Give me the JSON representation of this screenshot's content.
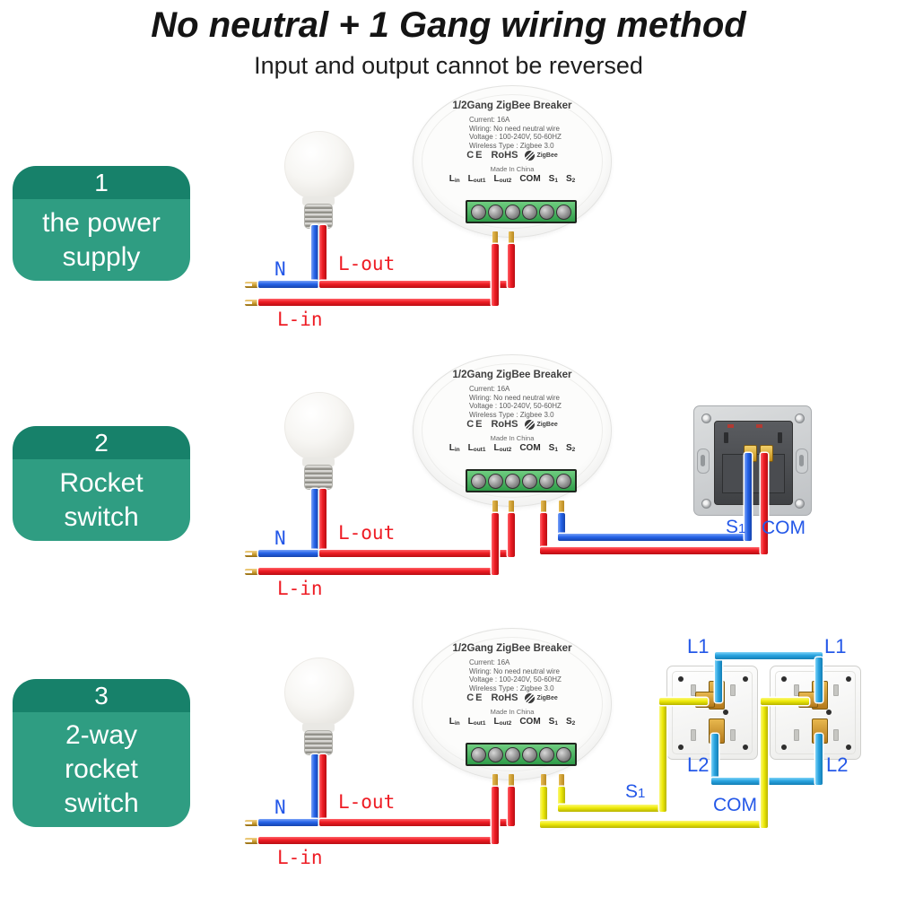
{
  "page": {
    "title": "No neutral + 1 Gang wiring method",
    "subtitle": "Input and output cannot be reversed"
  },
  "colors": {
    "wire_red": "#ee1c24",
    "wire_blue": "#2563e8",
    "wire_yellow": "#eeea09",
    "wire_cyan": "#29a3e0",
    "label_red": "#ee1c24",
    "label_blue": "#2458e8",
    "badge_dark_green": "#17816a",
    "badge_light_green": "#2f9d82",
    "terminal_block_green": "#2e9c48",
    "pin_gold": "#c89a2e"
  },
  "breaker": {
    "title": "1/2Gang ZigBee Breaker",
    "specs": [
      "Current: 16A",
      "Wiring: No need neutral wire",
      "Voltage :  100-240V, 50-60HZ",
      "Wireless Type : Zigbee 3.0"
    ],
    "cert_ce": "CE",
    "cert_rohs": "RoHS",
    "cert_zigbee": "ZigBee",
    "made_in": "Made In China",
    "terminals": [
      {
        "base": "L",
        "sub": "in"
      },
      {
        "base": "L",
        "sub": "out1"
      },
      {
        "base": "L",
        "sub": "out2"
      },
      {
        "base": "COM",
        "sub": ""
      },
      {
        "base": "S",
        "sub": "1"
      },
      {
        "base": "S",
        "sub": "2"
      }
    ]
  },
  "sections": [
    {
      "badge_number": "1",
      "badge_label": "the power supply",
      "labels": {
        "n": "N",
        "l_out": "L-out",
        "l_in": "L-in"
      }
    },
    {
      "badge_number": "2",
      "badge_label": "Rocket switch",
      "labels": {
        "n": "N",
        "l_out": "L-out",
        "l_in": "L-in",
        "s1_base": "S",
        "s1_sub": "1",
        "com": "COM"
      }
    },
    {
      "badge_number": "3",
      "badge_label": "2-way rocket switch",
      "labels": {
        "n": "N",
        "l_out": "L-out",
        "l_in": "L-in",
        "s1_base": "S",
        "s1_sub": "1",
        "com": "COM",
        "l1_left": "L1",
        "l1_right": "L1",
        "l2_left": "L2",
        "l2_right": "L2"
      }
    }
  ]
}
